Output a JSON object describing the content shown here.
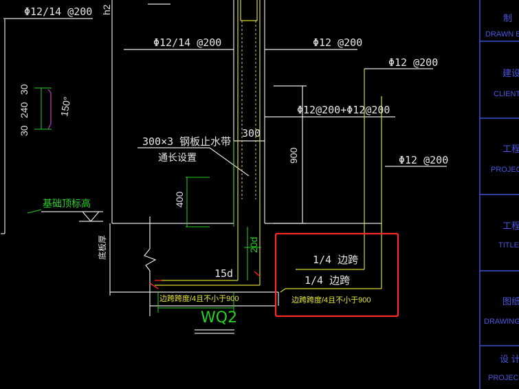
{
  "annotations": {
    "rebar_top_left": "Φ12/14 @200",
    "rebar_mid_left": "Φ12/14 @200",
    "rebar_top_right": "Φ12 @200",
    "rebar_right_upper": "Φ12 @200",
    "rebar_combined": "Φ12@200+Φ12@200",
    "rebar_right_lower": "Φ12 @200",
    "waterstop_line1": "300×3 钢板止水带",
    "waterstop_line2": "通长设置",
    "dim_300": "300",
    "dim_900": "900",
    "dim_400": "400",
    "dim_20d": "20d",
    "dim_15d": "15d",
    "dim_30_top": "30",
    "dim_240": "240",
    "dim_30_bot": "30",
    "angle_150": "150°",
    "h2": "h2",
    "foundation_top": "基础顶标高",
    "slab_thick": "底板厚",
    "quarter_span_1": "1/4 边跨",
    "quarter_span_2": "1/4 边跨",
    "span_note_left": "边跨跨度/4且不小于900",
    "span_note_right": "边跨跨度/4且不小于900",
    "section_name": "WQ2"
  },
  "title_block": {
    "drawn_by_cn": "制",
    "drawn_by_en": "DRAWN B",
    "client_cn": "建设单",
    "client_en": "CLIENT",
    "project_cn": "工程名",
    "project_en": "PROJEC",
    "title_cn": "工程项",
    "title_en": "TITLE",
    "drawing_cn": "图纸名",
    "drawing_en": "DRAWING N",
    "design_cn": "设 计",
    "design_en": "PROJECT M"
  },
  "colors": {
    "background": "#000000",
    "line_white": "#e6e6e6",
    "line_green": "#25d425",
    "line_yellow": "#d8d830",
    "line_red": "#ff2020",
    "line_magenta": "#c040c0",
    "line_blue": "#3b4fd0",
    "highlight_box": "#ff2a2a"
  }
}
